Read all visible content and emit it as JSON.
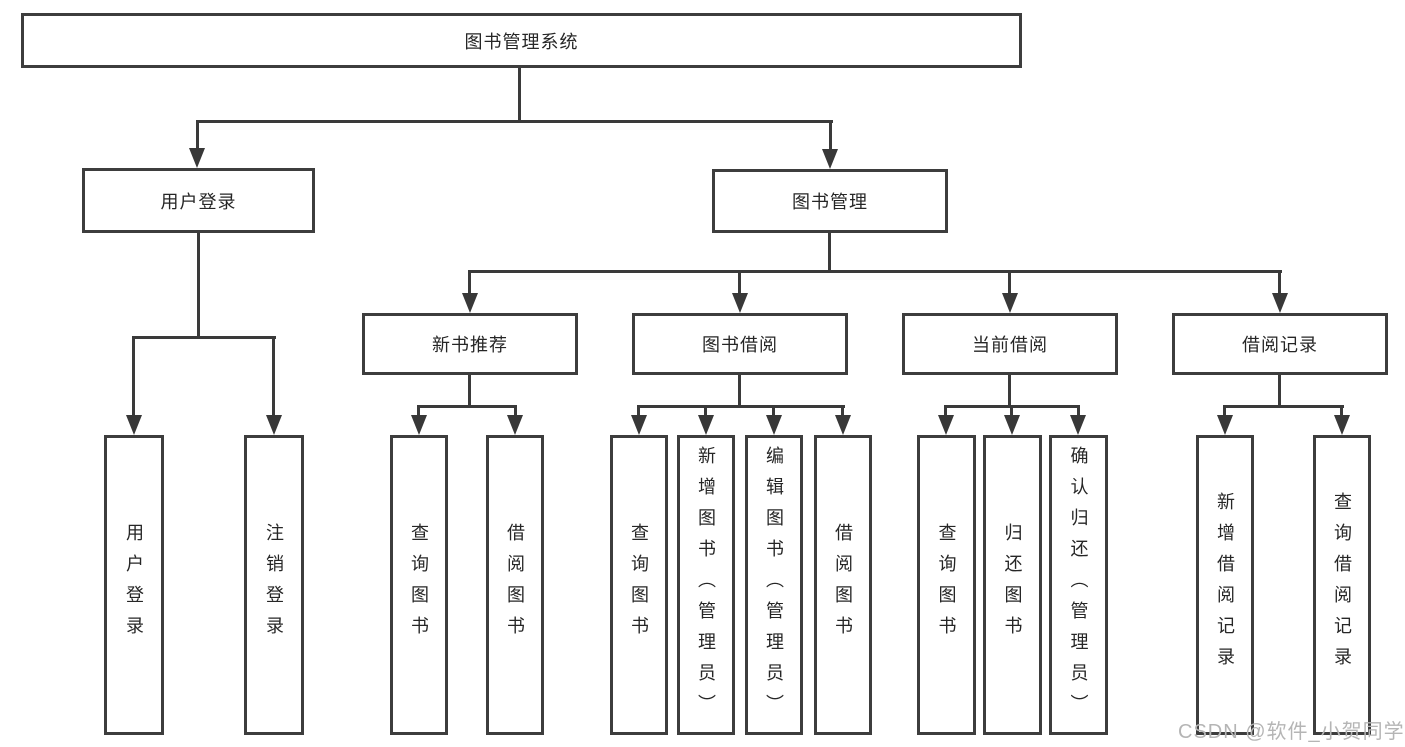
{
  "diagram": {
    "title_node": "library management system hierarchy",
    "root": {
      "label": "图书管理系统"
    },
    "level2": [
      {
        "id": "user-login",
        "label": "用户登录"
      },
      {
        "id": "book-management",
        "label": "图书管理"
      }
    ],
    "level3": [
      {
        "id": "new-book-recommendation",
        "label": "新书推荐",
        "parent": "book-management"
      },
      {
        "id": "book-borrowing",
        "label": "图书借阅",
        "parent": "book-management"
      },
      {
        "id": "current-borrowing",
        "label": "当前借阅",
        "parent": "book-management"
      },
      {
        "id": "borrowing-records",
        "label": "借阅记录",
        "parent": "book-management"
      }
    ],
    "leaves": [
      {
        "id": "user-login-leaf",
        "label": "用户登录",
        "parent": "user-login"
      },
      {
        "id": "logout",
        "label": "注销登录",
        "parent": "user-login"
      },
      {
        "id": "query-books-1",
        "label": "查询图书",
        "parent": "new-book-recommendation"
      },
      {
        "id": "borrow-books-1",
        "label": "借阅图书",
        "parent": "new-book-recommendation"
      },
      {
        "id": "query-books-2",
        "label": "查询图书",
        "parent": "book-borrowing"
      },
      {
        "id": "add-book-admin",
        "label": "新增图书（管理员）",
        "parent": "book-borrowing"
      },
      {
        "id": "edit-book-admin",
        "label": "编辑图书（管理员）",
        "parent": "book-borrowing"
      },
      {
        "id": "borrow-books-2",
        "label": "借阅图书",
        "parent": "book-borrowing"
      },
      {
        "id": "query-books-3",
        "label": "查询图书",
        "parent": "current-borrowing"
      },
      {
        "id": "return-books",
        "label": "归还图书",
        "parent": "current-borrowing"
      },
      {
        "id": "confirm-return-admin",
        "label": "确认归还（管理员）",
        "parent": "current-borrowing"
      },
      {
        "id": "add-borrow-record",
        "label": "新增借阅记录",
        "parent": "borrowing-records"
      },
      {
        "id": "query-borrow-record",
        "label": "查询借阅记录",
        "parent": "borrowing-records"
      }
    ]
  },
  "watermark": {
    "text": "CSDN @软件_小贺同学"
  },
  "colors": {
    "line": "#3a3a3a",
    "border": "#3d3d3d",
    "text": "#262626",
    "watermark": "#b5b5b5",
    "background": "#ffffff"
  }
}
